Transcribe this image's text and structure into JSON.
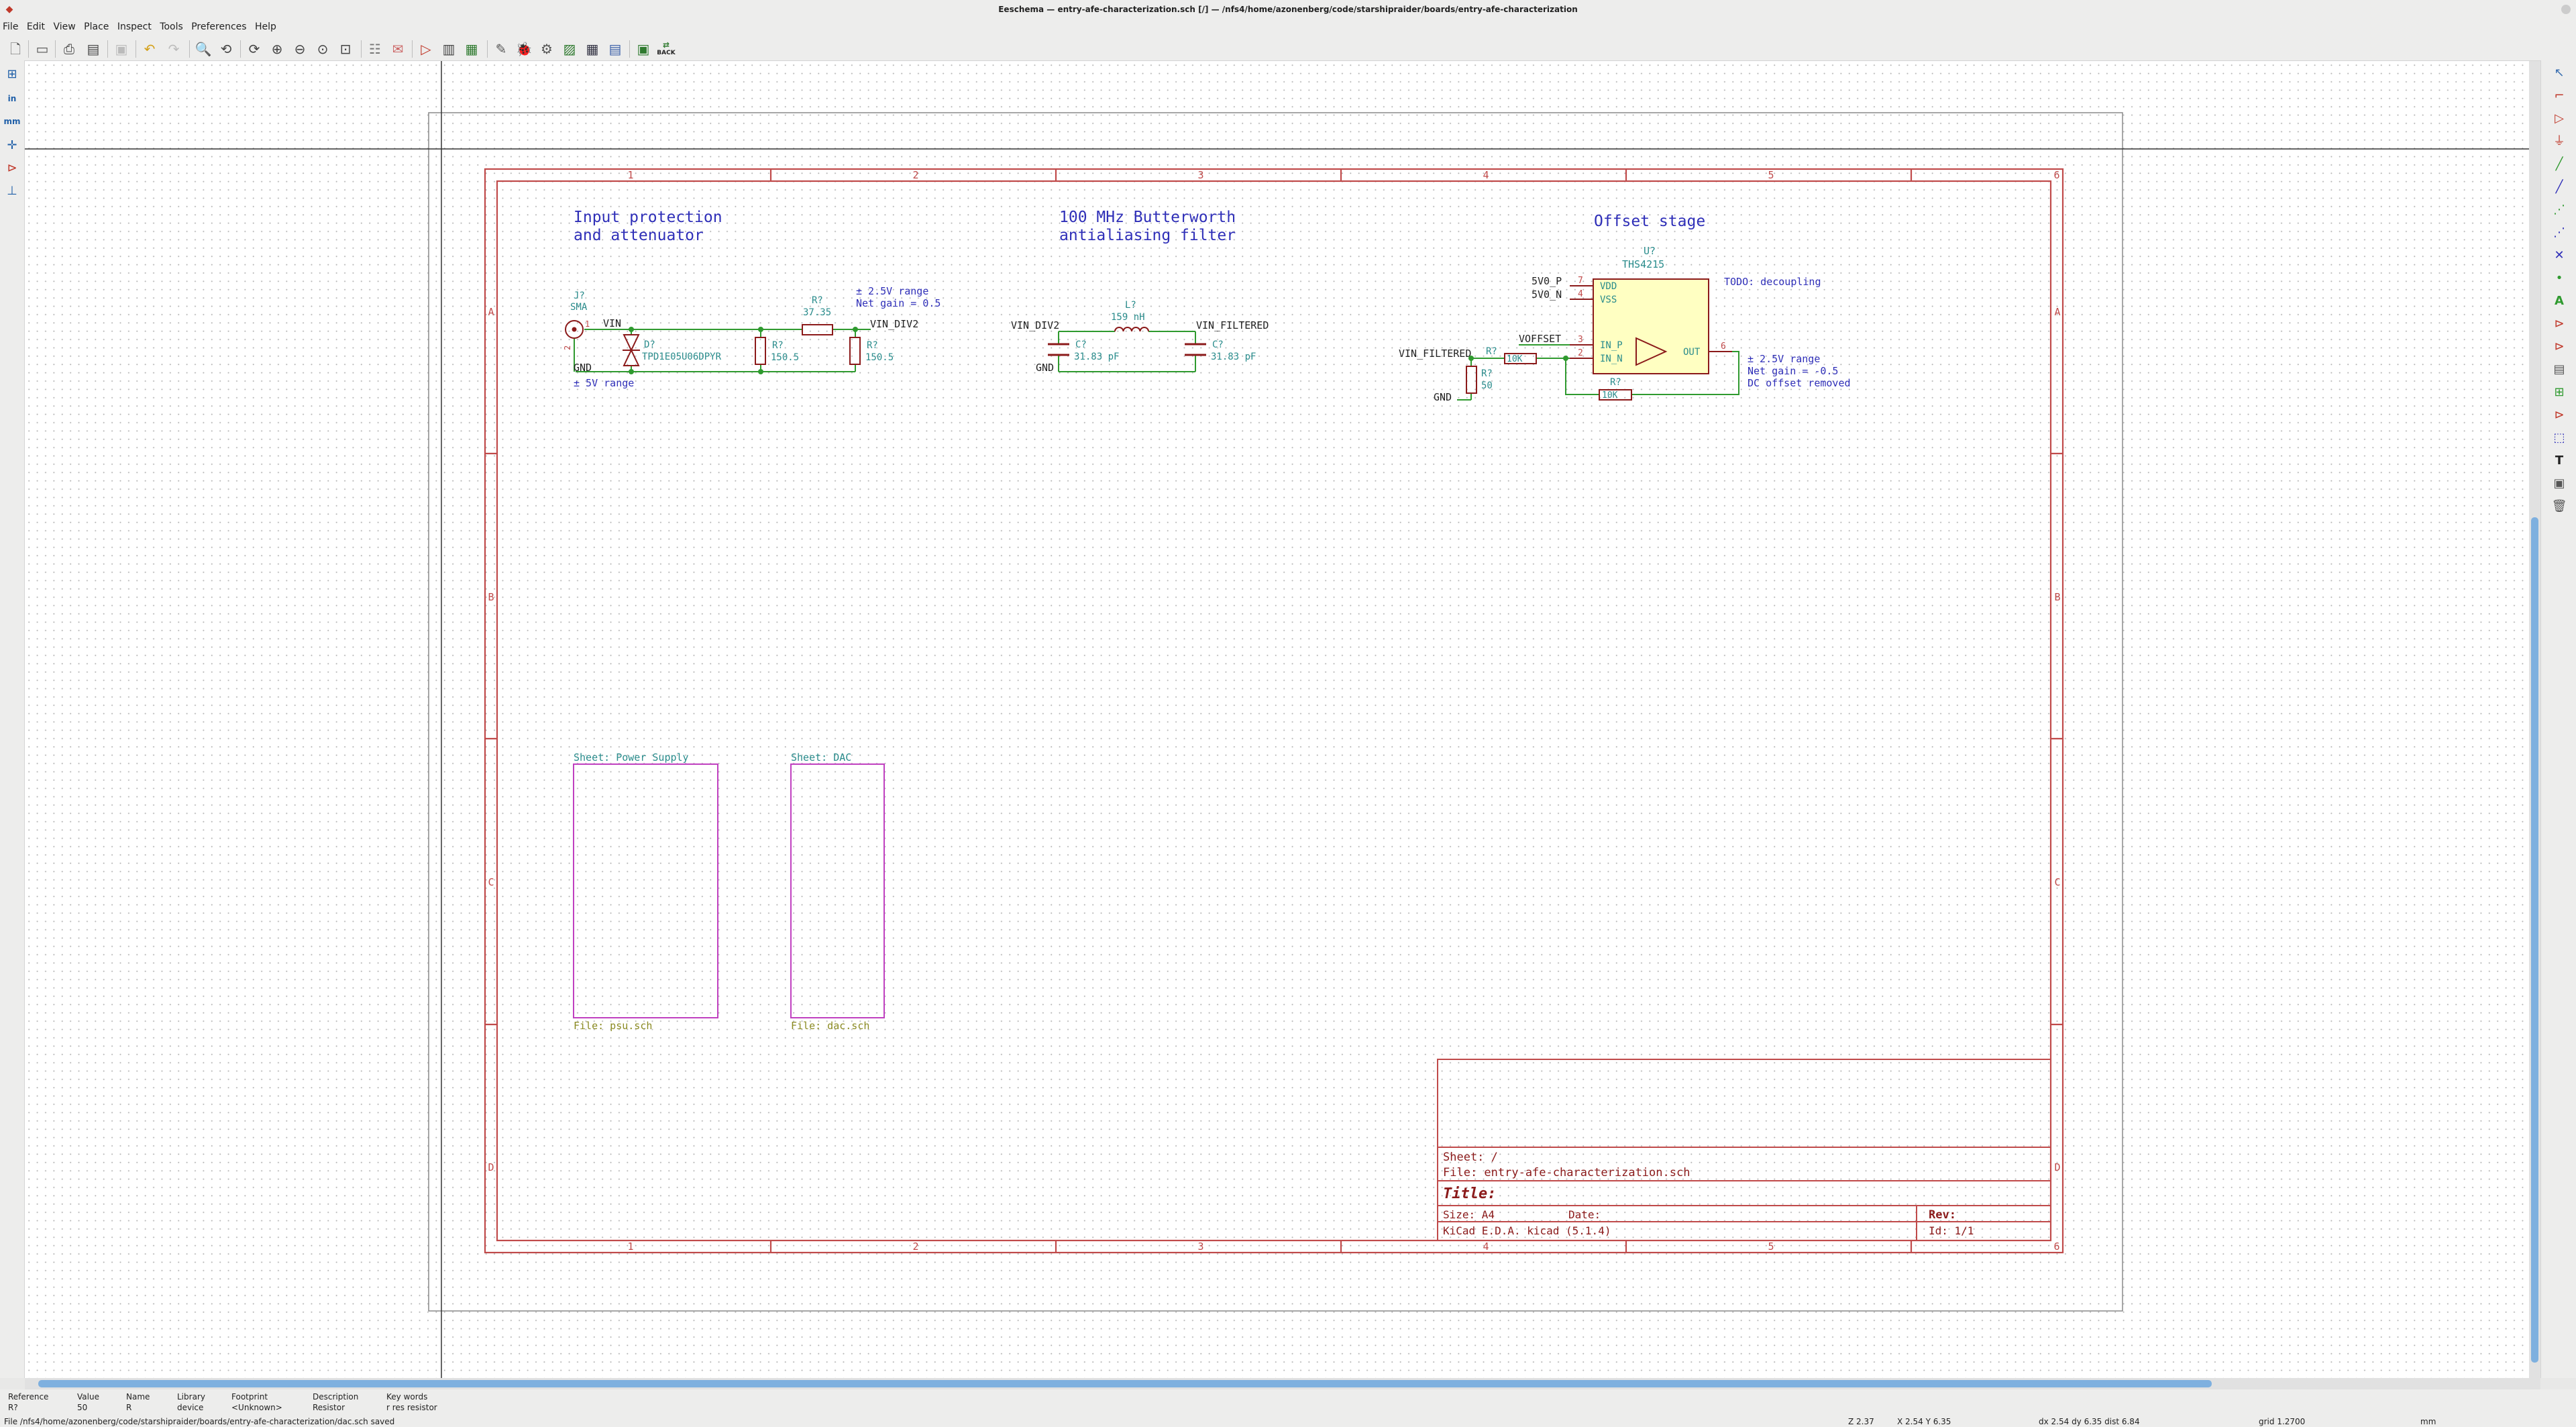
{
  "window": {
    "title": "Eeschema — entry-afe-characterization.sch [/] — /nfs4/home/azonenberg/code/starshipraider/boards/entry-afe-characterization"
  },
  "menu": [
    "File",
    "Edit",
    "View",
    "Place",
    "Inspect",
    "Tools",
    "Preferences",
    "Help"
  ],
  "toolbar": {
    "back_label": "BACK"
  },
  "schematic": {
    "border_columns": [
      "1",
      "2",
      "3",
      "4",
      "5",
      "6"
    ],
    "border_rows": [
      "A",
      "B",
      "C",
      "D"
    ],
    "input": {
      "title1": "Input protection",
      "title2": "and attenuator",
      "j_ref": "J?",
      "j_val": "SMA",
      "pin1": "1",
      "pin2": "2",
      "vin": "VIN",
      "gnd": "GND",
      "range": "± 5V range",
      "d_ref": "D?",
      "d_val": "TPD1E05U06DPYR",
      "r1_ref": "R?",
      "r1_val": "37.35",
      "r2_ref": "R?",
      "r2_val": "150.5",
      "r3_ref": "R?",
      "r3_val": "150.5",
      "note1": "± 2.5V range",
      "note2": "Net gain = 0.5",
      "out_label": "VIN_DIV2"
    },
    "filter": {
      "title1": "100 MHz Butterworth",
      "title2": "antialiasing filter",
      "in_label": "VIN_DIV2",
      "out_label": "VIN_FILTERED",
      "gnd": "GND",
      "l_ref": "L?",
      "l_val": "159 nH",
      "c1_ref": "C?",
      "c1_val": "31.83 pF",
      "c2_ref": "C?",
      "c2_val": "31.83 pF"
    },
    "offset": {
      "title": "Offset stage",
      "u_ref": "U?",
      "u_val": "THS4215",
      "todo": "TODO: decoupling",
      "vdd_net": "5V0_P",
      "vss_net": "5V0_N",
      "voffset_net": "VOFFSET",
      "pin_vdd": "VDD",
      "pin_vss": "VSS",
      "pin_inp": "IN_P",
      "pin_inn": "IN_N",
      "pin_out": "OUT",
      "pnum_vdd": "7",
      "pnum_vss": "4",
      "pnum_inp": "3",
      "pnum_inn": "2",
      "pnum_out": "6",
      "vin_label": "VIN_FILTERED",
      "gnd": "GND",
      "r1_ref": "R?",
      "r1_val": "10K",
      "r2_ref": "R?",
      "r2_val": "50",
      "r3_ref": "R?",
      "r3_val": "10K",
      "note1": "± 2.5V range",
      "note2": "Net gain = -0.5",
      "note3": "DC offset removed"
    },
    "sheets": [
      {
        "name": "Sheet: Power Supply",
        "file": "File: psu.sch"
      },
      {
        "name": "Sheet: DAC",
        "file": "File: dac.sch"
      }
    ],
    "title_block": {
      "sheet": "Sheet: /",
      "file": "File: entry-afe-characterization.sch",
      "title": "Title:",
      "size": "Size: A4",
      "date": "Date:",
      "rev": "Rev:",
      "tool": "KiCad E.D.A.  kicad (5.1.4)",
      "id": "Id: 1/1"
    }
  },
  "message_panel": [
    {
      "label": "Reference",
      "value": "R?"
    },
    {
      "label": "Value",
      "value": "50"
    },
    {
      "label": "Name",
      "value": "R"
    },
    {
      "label": "Library",
      "value": "device"
    },
    {
      "label": "Footprint",
      "value": "<Unknown>"
    },
    {
      "label": "Description",
      "value": "Resistor"
    },
    {
      "label": "Key words",
      "value": "r res resistor"
    }
  ],
  "status": {
    "message": "File /nfs4/home/azonenberg/code/starshipraider/boards/entry-afe-characterization/dac.sch saved",
    "zoom": "Z 2.37",
    "xy": "X 2.54  Y 6.35",
    "delta": "dx 2.54  dy 6.35  dist 6.84",
    "grid": "grid 1.2700",
    "units": "mm"
  },
  "colors": {
    "border": "#c04a4a",
    "wire": "#2f9a2f",
    "body": "#8b1a1a",
    "body_fill": "#ffffc2",
    "text_blue": "#2f2fb8",
    "field_teal": "#2a8c8c",
    "sheet": "#c040c0",
    "sheet_file": "#8a8a22"
  }
}
